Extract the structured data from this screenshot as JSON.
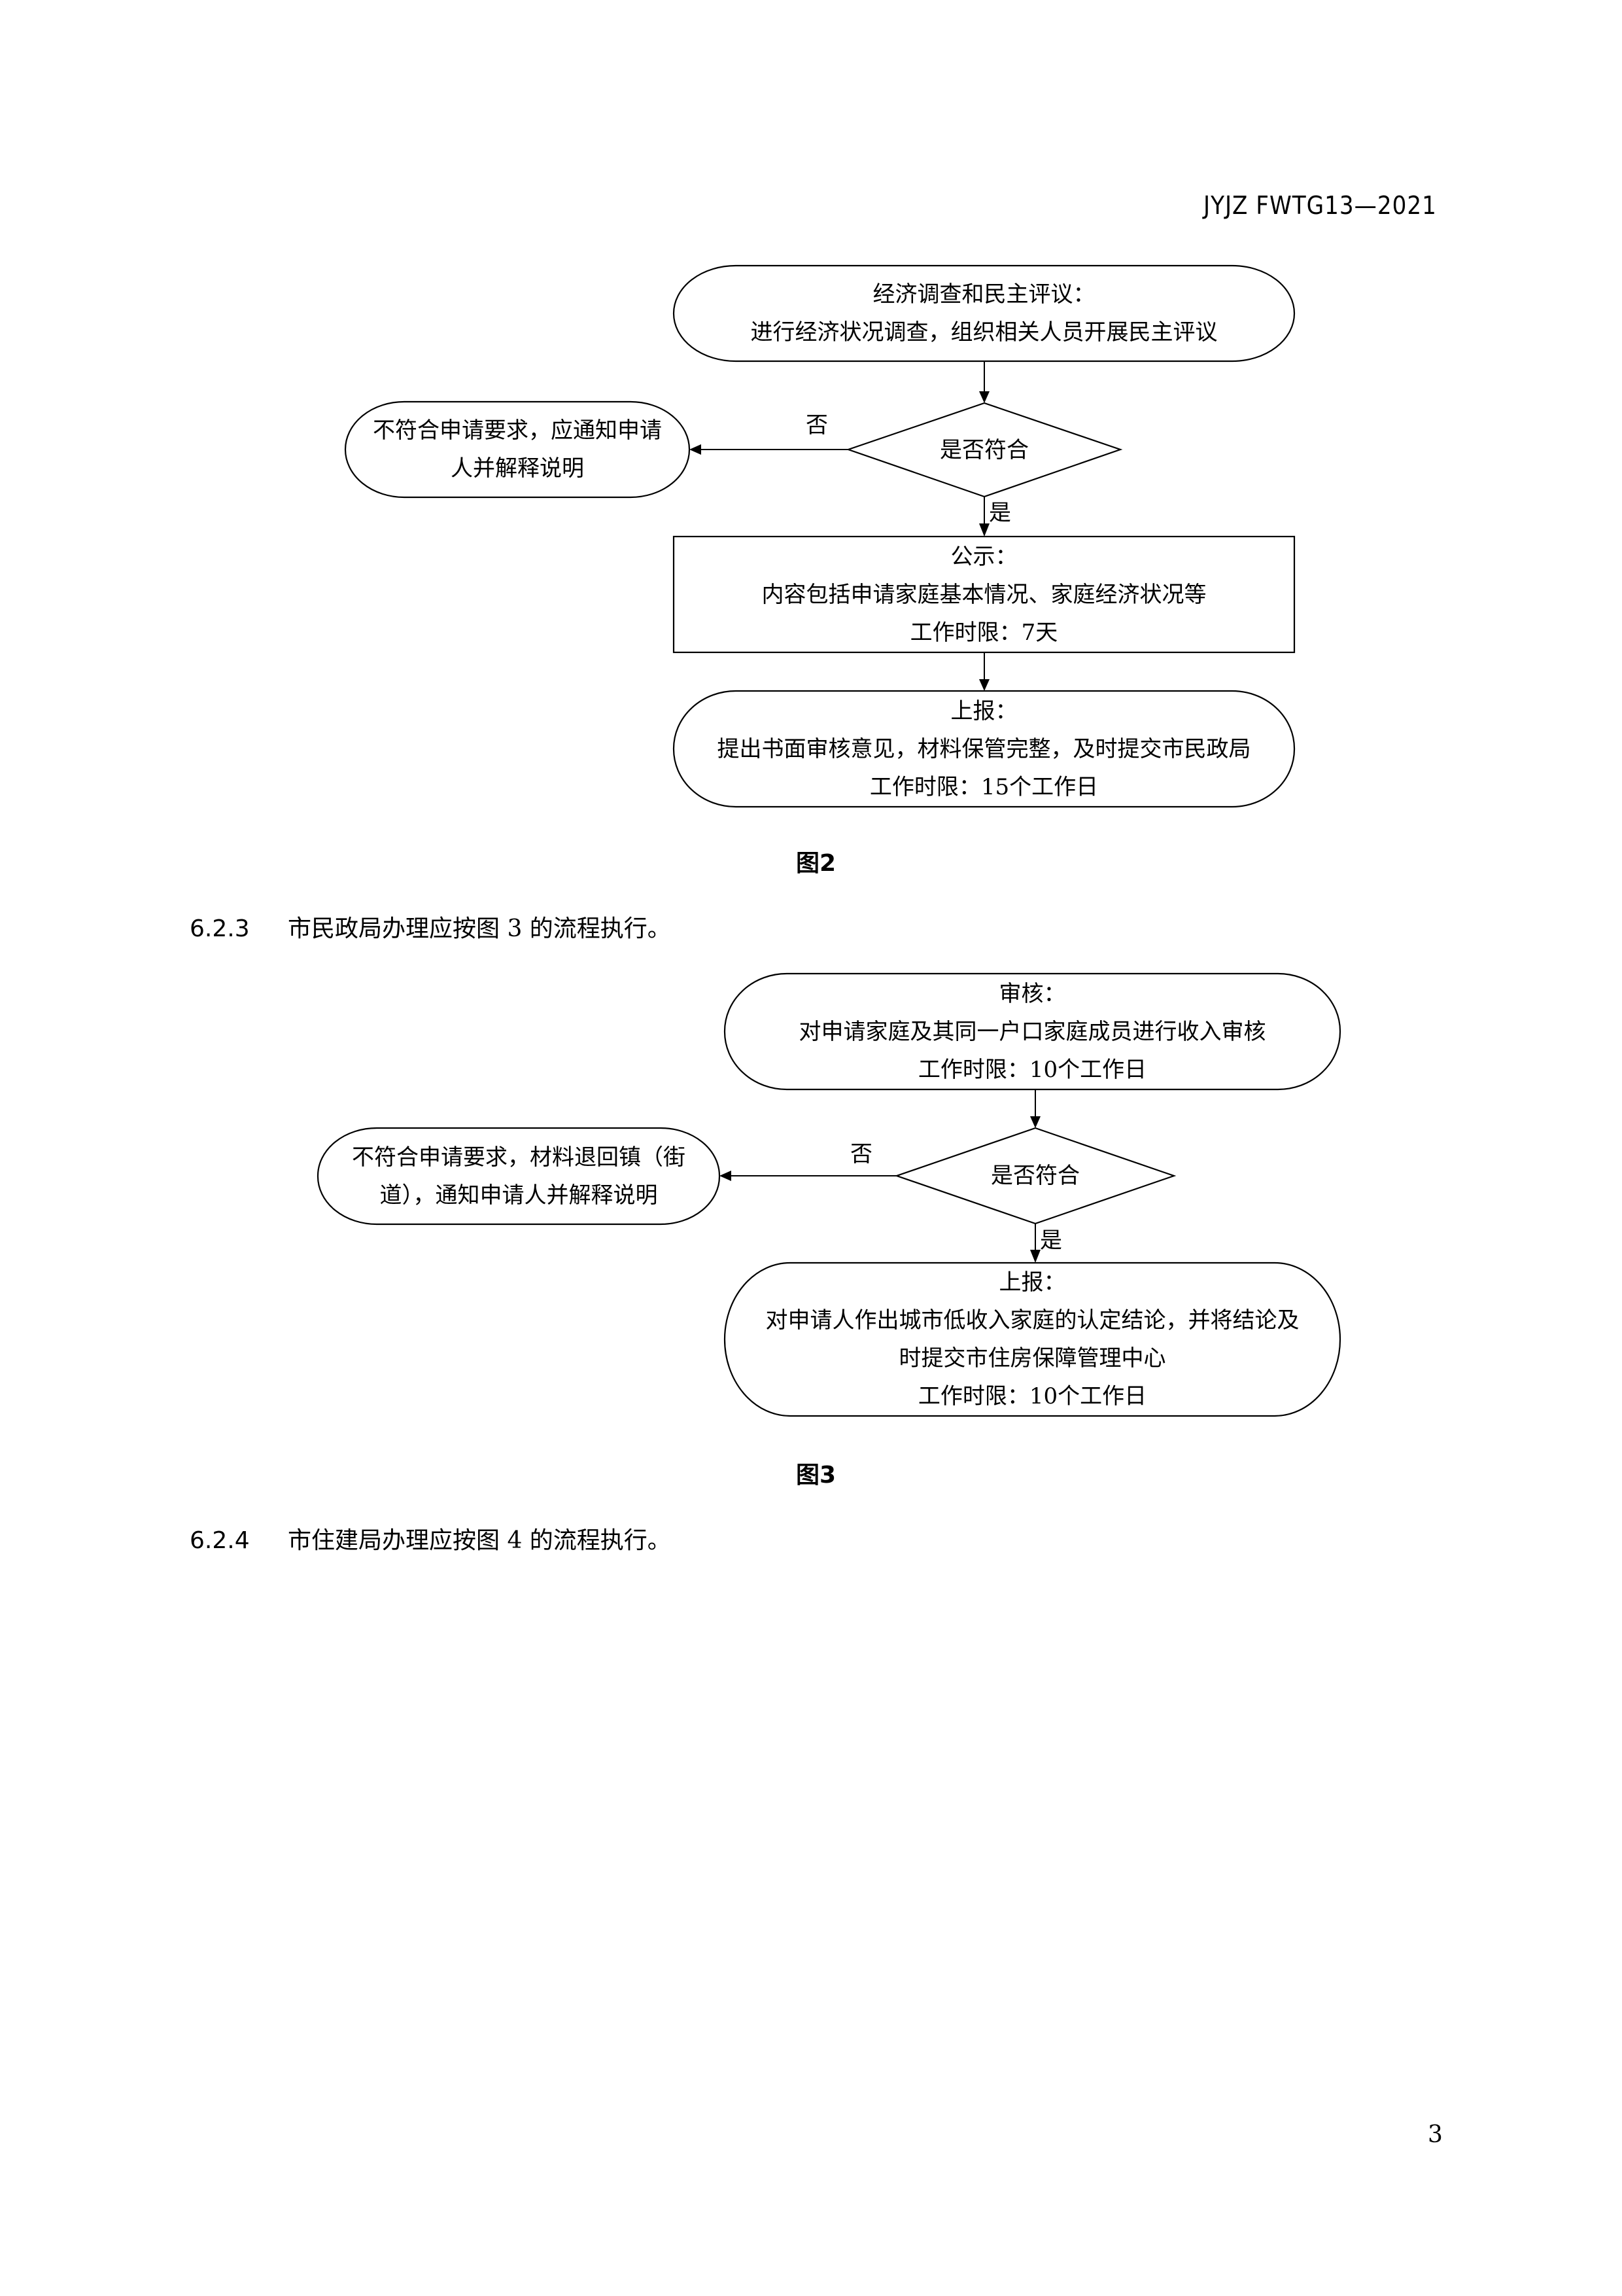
{
  "header": {
    "doc_code": "JYJZ FWTG13—2021"
  },
  "figure2": {
    "caption": "图2",
    "nodes": {
      "survey": {
        "lines": [
          "经济调查和民主评议：",
          "进行经济状况调查，组织相关人员开展民主评议"
        ]
      },
      "decision": {
        "label": "是否符合"
      },
      "reject": {
        "lines": [
          "不符合申请要求，应通知申请",
          "人并解释说明"
        ]
      },
      "publicity": {
        "lines": [
          "公示：",
          "内容包括申请家庭基本情况、家庭经济状况等",
          "工作时限：7天"
        ]
      },
      "report": {
        "lines": [
          "上报：",
          "提出书面审核意见，材料保管完整，及时提交市民政局",
          "工作时限：15个工作日"
        ]
      }
    },
    "edges": {
      "no_label": "否",
      "yes_label": "是"
    }
  },
  "section_6_2_3": {
    "number": "6.2.3",
    "text": "市民政局办理应按图 3 的流程执行。"
  },
  "figure3": {
    "caption": "图3",
    "nodes": {
      "review": {
        "lines": [
          "审核：",
          "对申请家庭及其同一户口家庭成员进行收入审核",
          "工作时限：10个工作日"
        ]
      },
      "decision": {
        "label": "是否符合"
      },
      "reject": {
        "lines": [
          "不符合申请要求，材料退回镇（街",
          "道），通知申请人并解释说明"
        ]
      },
      "report": {
        "lines": [
          "上报：",
          "对申请人作出城市低收入家庭的认定结论，并将结论及",
          "时提交市住房保障管理中心",
          "工作时限：10个工作日"
        ]
      }
    },
    "edges": {
      "no_label": "否",
      "yes_label": "是"
    }
  },
  "section_6_2_4": {
    "number": "6.2.4",
    "text": "市住建局办理应按图 4 的流程执行。"
  },
  "footer": {
    "page_number": "3"
  }
}
